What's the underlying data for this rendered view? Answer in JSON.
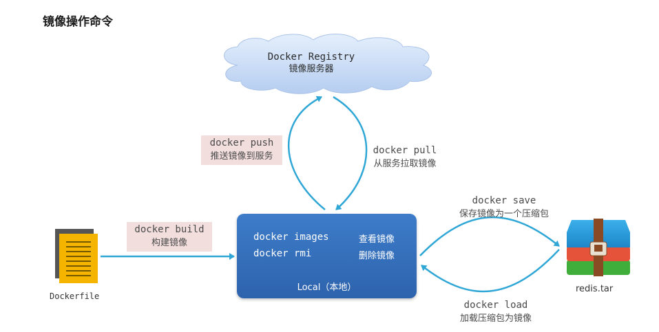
{
  "title": "镜像操作命令",
  "registry": {
    "name": "Docker Registry",
    "desc": "镜像服务器"
  },
  "local": {
    "commands": [
      {
        "cmd": "docker images",
        "desc": "查看镜像"
      },
      {
        "cmd": "docker rmi",
        "desc": "删除镜像"
      }
    ],
    "footer": "Local（本地）"
  },
  "edges": {
    "push": {
      "cmd": "docker push",
      "desc": "推送镜像到服务"
    },
    "pull": {
      "cmd": "docker pull",
      "desc": "从服务拉取镜像"
    },
    "build": {
      "cmd": "docker build",
      "desc": "构建镜像"
    },
    "save": {
      "cmd": "docker save",
      "desc": "保存镜像为一个压缩包"
    },
    "load": {
      "cmd": "docker load",
      "desc": "加载压缩包为镜像"
    }
  },
  "nodes": {
    "dockerfile": {
      "label": "Dockerfile",
      "icon": "document-icon"
    },
    "archive": {
      "label": "redis.tar",
      "icon": "archive-icon"
    }
  },
  "colors": {
    "arrow": "#2ea6d6",
    "local_box": "#3571bd",
    "file": "#f5b400",
    "label_bg": "#f3dede"
  }
}
